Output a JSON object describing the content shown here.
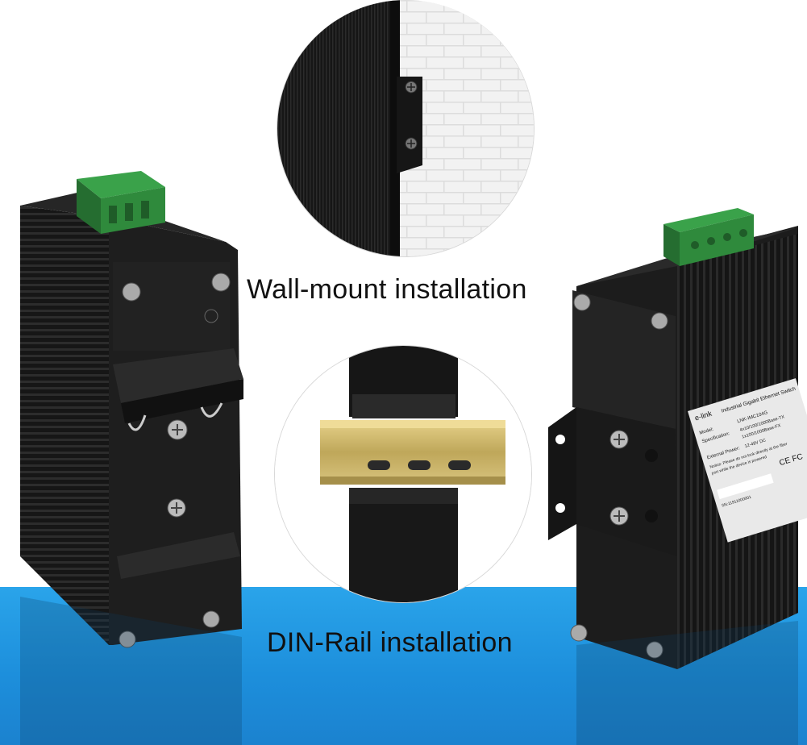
{
  "captions": {
    "wall_mount": "Wall-mount installation",
    "din_rail": "DIN-Rail installation"
  },
  "label": {
    "brand": "e-link",
    "product": "Industrial Gigabit Ethernet Switch",
    "model_key": "Model:",
    "model_value": "LNK-IMC104G",
    "spec_key": "Specification:",
    "spec_value_1": "4x10/100/1000Base-TX",
    "spec_value_2": "1x100/1000Base-FX",
    "power_key": "External Power:",
    "power_value": "12-48V DC",
    "notice_1": "Notice: Please do not look directly at the fiber",
    "notice_2": "port while the device is powered",
    "marks": "CE FC",
    "serial": "SN:11911000001"
  },
  "colors": {
    "floor": "#1d8fdc",
    "housing": "#1c1c1c",
    "terminal": "#2f8a3c",
    "rail": "#c8b36a"
  }
}
